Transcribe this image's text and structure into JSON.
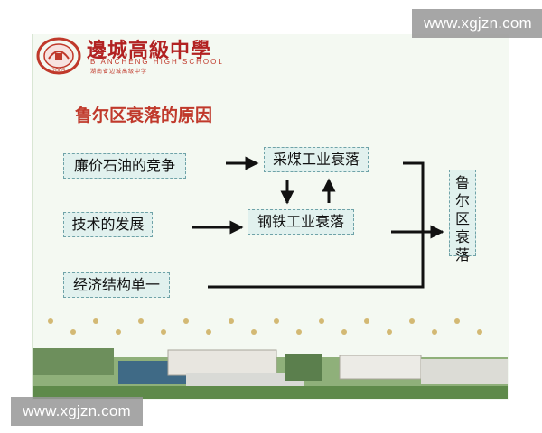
{
  "watermark": {
    "top": "www.xgjzn.com",
    "bottom": "www.xgjzn.com"
  },
  "logo": {
    "title": "邊城高級中學",
    "subtitle": "BIANCHENG HIGH SCHOOL",
    "subtitle2": "湖南省边城高级中学",
    "year": "2005"
  },
  "slide_title": "鲁尔区衰落的原因",
  "diagram": {
    "boxes": {
      "cheap_oil": "廉价石油的竞争",
      "technology": "技术的发展",
      "single_structure": "经济结构单一",
      "coal_decline": "采煤工业衰落",
      "steel_decline": "钢铁工业衰落",
      "ruhr_decline": [
        "鲁",
        "尔",
        "区",
        "衰",
        "落"
      ]
    }
  },
  "colors": {
    "title": "#c0392b",
    "box_fill": "#e1f1ee",
    "box_border": "#6fa3a8",
    "arrow": "#111111"
  }
}
